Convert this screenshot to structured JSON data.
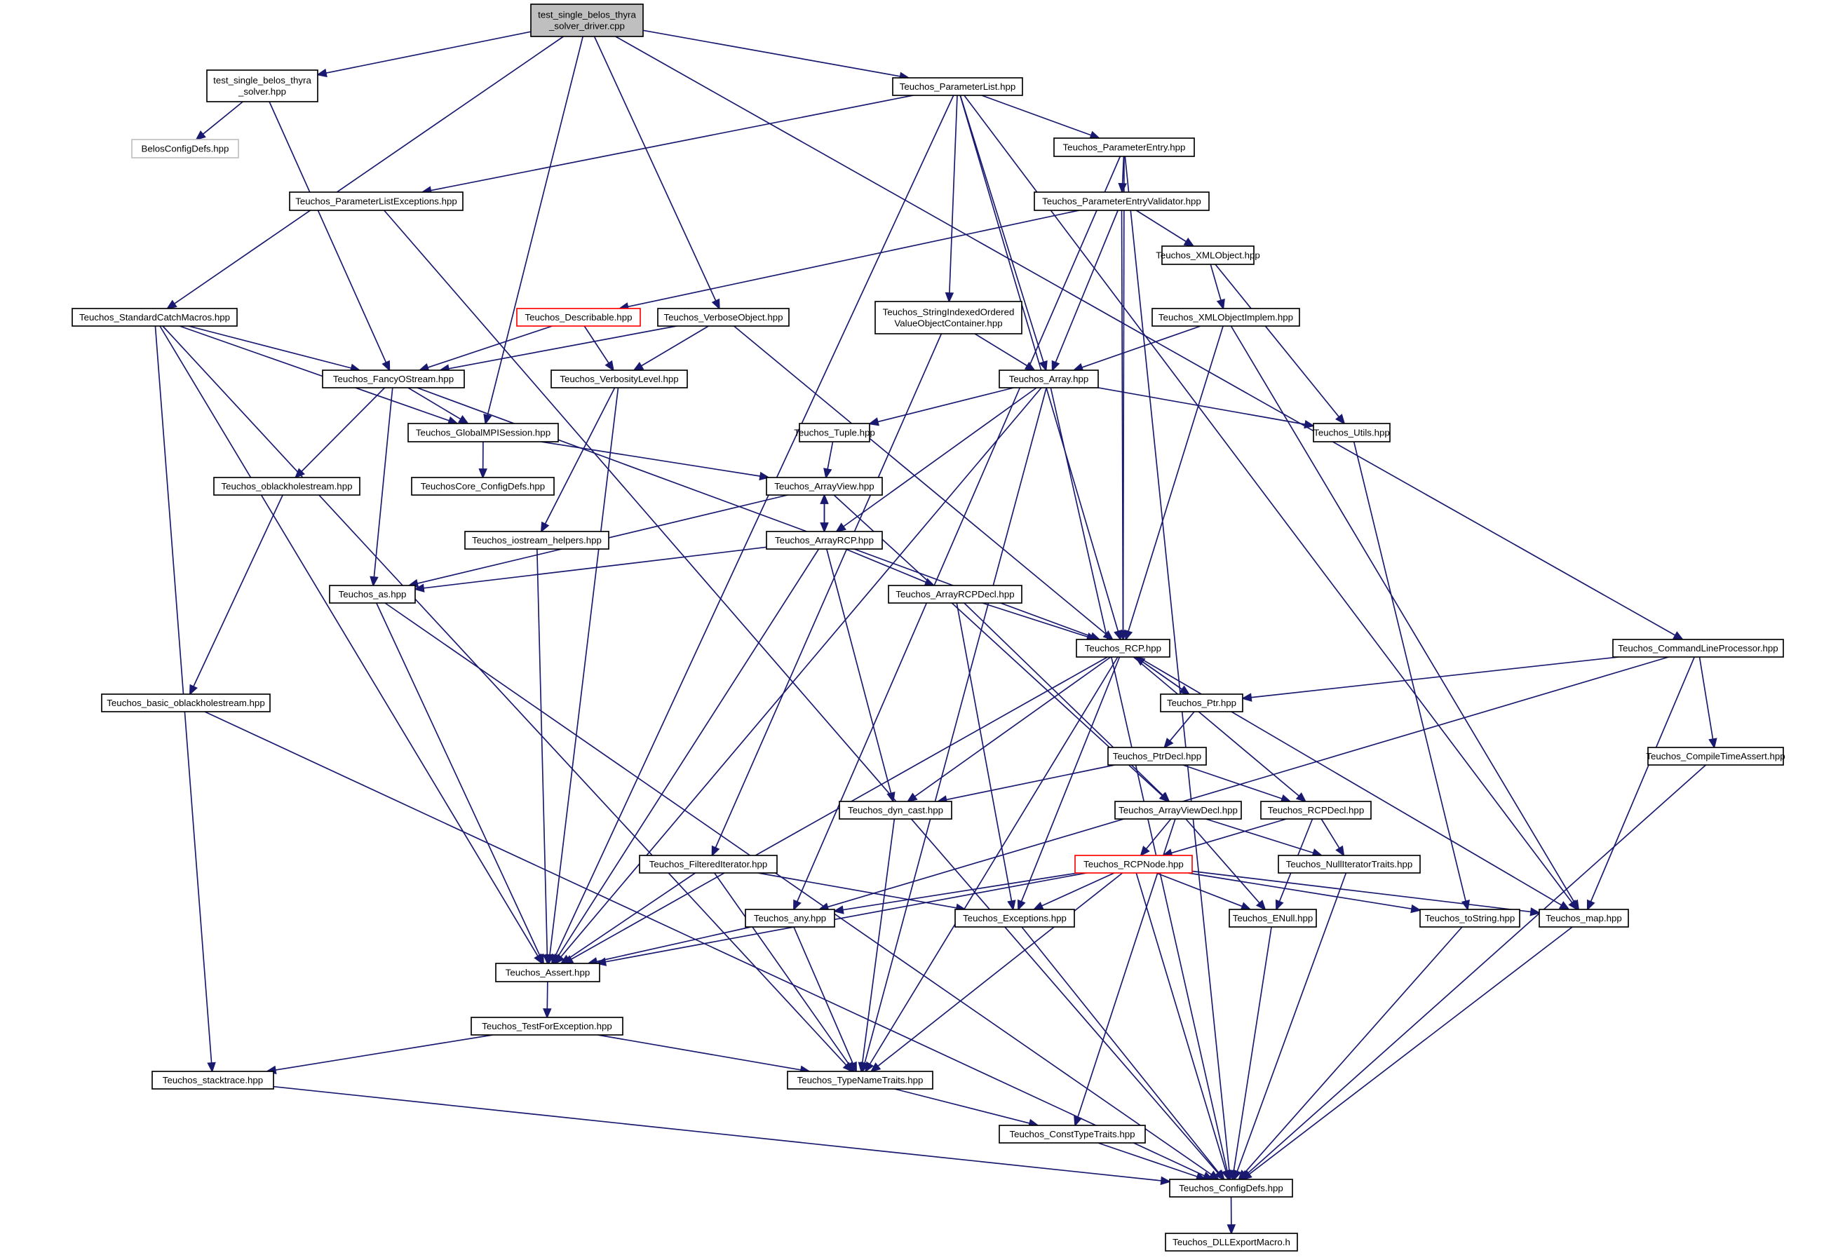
{
  "graph": {
    "edge_color": "#191970",
    "node_border_color": "#000000",
    "root_fill_color": "#bfbfbf",
    "highlight_border_color": "#ff0000",
    "external_border_color": "#bfbfbf",
    "nodes": [
      {
        "id": "driver",
        "lines": [
          "test_single_belos_thyra",
          "_solver_driver.cpp"
        ],
        "style": "root"
      },
      {
        "id": "solver",
        "lines": [
          "test_single_belos_thyra",
          "_solver.hpp"
        ]
      },
      {
        "id": "belosconfig",
        "lines": [
          "BelosConfigDefs.hpp"
        ],
        "style": "gray"
      },
      {
        "id": "paramlist",
        "lines": [
          "Teuchos_ParameterList.hpp"
        ]
      },
      {
        "id": "paramentry",
        "lines": [
          "Teuchos_ParameterEntry.hpp"
        ]
      },
      {
        "id": "plexceptions",
        "lines": [
          "Teuchos_ParameterListExceptions.hpp"
        ]
      },
      {
        "id": "pev",
        "lines": [
          "Teuchos_ParameterEntryValidator.hpp"
        ]
      },
      {
        "id": "xmlobject",
        "lines": [
          "Teuchos_XMLObject.hpp"
        ]
      },
      {
        "id": "stdcatch",
        "lines": [
          "Teuchos_StandardCatchMacros.hpp"
        ]
      },
      {
        "id": "describable",
        "lines": [
          "Teuchos_Describable.hpp"
        ],
        "style": "red"
      },
      {
        "id": "verboseobj",
        "lines": [
          "Teuchos_VerboseObject.hpp"
        ]
      },
      {
        "id": "sio",
        "lines": [
          "Teuchos_StringIndexedOrdered",
          "ValueObjectContainer.hpp"
        ]
      },
      {
        "id": "xmlimpl",
        "lines": [
          "Teuchos_XMLObjectImplem.hpp"
        ]
      },
      {
        "id": "fancy",
        "lines": [
          "Teuchos_FancyOStream.hpp"
        ]
      },
      {
        "id": "verbosity",
        "lines": [
          "Teuchos_VerbosityLevel.hpp"
        ]
      },
      {
        "id": "array",
        "lines": [
          "Teuchos_Array.hpp"
        ]
      },
      {
        "id": "mpisession",
        "lines": [
          "Teuchos_GlobalMPISession.hpp"
        ]
      },
      {
        "id": "tuple",
        "lines": [
          "Teuchos_Tuple.hpp"
        ]
      },
      {
        "id": "utils",
        "lines": [
          "Teuchos_Utils.hpp"
        ]
      },
      {
        "id": "oblack",
        "lines": [
          "Teuchos_oblackholestream.hpp"
        ]
      },
      {
        "id": "coreconfig",
        "lines": [
          "TeuchosCore_ConfigDefs.hpp"
        ]
      },
      {
        "id": "arrayview",
        "lines": [
          "Teuchos_ArrayView.hpp"
        ]
      },
      {
        "id": "iostream",
        "lines": [
          "Teuchos_iostream_helpers.hpp"
        ]
      },
      {
        "id": "arrayrcp",
        "lines": [
          "Teuchos_ArrayRCP.hpp"
        ]
      },
      {
        "id": "as",
        "lines": [
          "Teuchos_as.hpp"
        ]
      },
      {
        "id": "arrayrcpdecl",
        "lines": [
          "Teuchos_ArrayRCPDecl.hpp"
        ]
      },
      {
        "id": "rcp",
        "lines": [
          "Teuchos_RCP.hpp"
        ]
      },
      {
        "id": "clp",
        "lines": [
          "Teuchos_CommandLineProcessor.hpp"
        ]
      },
      {
        "id": "basicoblack",
        "lines": [
          "Teuchos_basic_oblackholestream.hpp"
        ]
      },
      {
        "id": "ptr",
        "lines": [
          "Teuchos_Ptr.hpp"
        ]
      },
      {
        "id": "ptrdecl",
        "lines": [
          "Teuchos_PtrDecl.hpp"
        ]
      },
      {
        "id": "compiletime",
        "lines": [
          "Teuchos_CompileTimeAssert.hpp"
        ]
      },
      {
        "id": "dyncast",
        "lines": [
          "Teuchos_dyn_cast.hpp"
        ]
      },
      {
        "id": "arrayviewdecl",
        "lines": [
          "Teuchos_ArrayViewDecl.hpp"
        ]
      },
      {
        "id": "rcpdecl",
        "lines": [
          "Teuchos_RCPDecl.hpp"
        ]
      },
      {
        "id": "filtered",
        "lines": [
          "Teuchos_FilteredIterator.hpp"
        ]
      },
      {
        "id": "rcpnode",
        "lines": [
          "Teuchos_RCPNode.hpp"
        ],
        "style": "red"
      },
      {
        "id": "nulliter",
        "lines": [
          "Teuchos_NullIteratorTraits.hpp"
        ]
      },
      {
        "id": "any",
        "lines": [
          "Teuchos_any.hpp"
        ]
      },
      {
        "id": "exceptions",
        "lines": [
          "Teuchos_Exceptions.hpp"
        ]
      },
      {
        "id": "enull",
        "lines": [
          "Teuchos_ENull.hpp"
        ]
      },
      {
        "id": "tostring",
        "lines": [
          "Teuchos_toString.hpp"
        ]
      },
      {
        "id": "map",
        "lines": [
          "Teuchos_map.hpp"
        ]
      },
      {
        "id": "assert",
        "lines": [
          "Teuchos_Assert.hpp"
        ]
      },
      {
        "id": "testforexc",
        "lines": [
          "Teuchos_TestForException.hpp"
        ]
      },
      {
        "id": "stacktrace",
        "lines": [
          "Teuchos_stacktrace.hpp"
        ]
      },
      {
        "id": "typename",
        "lines": [
          "Teuchos_TypeNameTraits.hpp"
        ]
      },
      {
        "id": "consttype",
        "lines": [
          "Teuchos_ConstTypeTraits.hpp"
        ]
      },
      {
        "id": "configdefs",
        "lines": [
          "Teuchos_ConfigDefs.hpp"
        ]
      },
      {
        "id": "dllexport",
        "lines": [
          "Teuchos_DLLExportMacro.h"
        ]
      }
    ],
    "edges": [
      [
        "driver",
        "solver"
      ],
      [
        "driver",
        "paramlist"
      ],
      [
        "driver",
        "stdcatch"
      ],
      [
        "driver",
        "verboseobj"
      ],
      [
        "driver",
        "mpisession"
      ],
      [
        "driver",
        "clp"
      ],
      [
        "solver",
        "belosconfig"
      ],
      [
        "solver",
        "fancy"
      ],
      [
        "paramlist",
        "paramentry"
      ],
      [
        "paramlist",
        "plexceptions"
      ],
      [
        "paramlist",
        "sio"
      ],
      [
        "paramlist",
        "array"
      ],
      [
        "paramlist",
        "assert"
      ],
      [
        "paramlist",
        "rcp"
      ],
      [
        "paramlist",
        "map"
      ],
      [
        "paramentry",
        "pev"
      ],
      [
        "paramentry",
        "any"
      ],
      [
        "paramentry",
        "rcp"
      ],
      [
        "paramentry",
        "configdefs"
      ],
      [
        "plexceptions",
        "configdefs"
      ],
      [
        "pev",
        "describable"
      ],
      [
        "pev",
        "xmlobject"
      ],
      [
        "pev",
        "array"
      ],
      [
        "pev",
        "rcp"
      ],
      [
        "xmlobject",
        "xmlimpl"
      ],
      [
        "xmlobject",
        "utils"
      ],
      [
        "stdcatch",
        "fancy"
      ],
      [
        "stdcatch",
        "mpisession"
      ],
      [
        "stdcatch",
        "stacktrace"
      ],
      [
        "stdcatch",
        "assert"
      ],
      [
        "stdcatch",
        "typename"
      ],
      [
        "describable",
        "fancy"
      ],
      [
        "describable",
        "verbosity"
      ],
      [
        "verboseobj",
        "fancy"
      ],
      [
        "verboseobj",
        "verbosity"
      ],
      [
        "verboseobj",
        "rcp"
      ],
      [
        "sio",
        "array"
      ],
      [
        "sio",
        "filtered"
      ],
      [
        "xmlimpl",
        "array"
      ],
      [
        "xmlimpl",
        "rcp"
      ],
      [
        "xmlimpl",
        "map"
      ],
      [
        "fancy",
        "mpisession"
      ],
      [
        "fancy",
        "oblack"
      ],
      [
        "fancy",
        "as"
      ],
      [
        "fancy",
        "rcp"
      ],
      [
        "verbosity",
        "iostream"
      ],
      [
        "verbosity",
        "assert"
      ],
      [
        "array",
        "tuple"
      ],
      [
        "array",
        "utils"
      ],
      [
        "array",
        "arrayrcp"
      ],
      [
        "array",
        "assert"
      ],
      [
        "array",
        "typename"
      ],
      [
        "array",
        "configdefs"
      ],
      [
        "mpisession",
        "coreconfig"
      ],
      [
        "mpisession",
        "arrayview"
      ],
      [
        "tuple",
        "arrayview"
      ],
      [
        "utils",
        "tostring"
      ],
      [
        "oblack",
        "basicoblack"
      ],
      [
        "arrayview",
        "arrayrcp"
      ],
      [
        "arrayview",
        "as"
      ],
      [
        "arrayview",
        "arrayviewdecl"
      ],
      [
        "iostream",
        "assert"
      ],
      [
        "arrayrcp",
        "arrayview"
      ],
      [
        "arrayrcp",
        "as"
      ],
      [
        "arrayrcp",
        "arrayrcpdecl"
      ],
      [
        "arrayrcp",
        "assert"
      ],
      [
        "arrayrcp",
        "dyncast"
      ],
      [
        "as",
        "assert"
      ],
      [
        "as",
        "configdefs"
      ],
      [
        "arrayrcpdecl",
        "rcp"
      ],
      [
        "arrayrcpdecl",
        "arrayviewdecl"
      ],
      [
        "arrayrcpdecl",
        "exceptions"
      ],
      [
        "rcp",
        "ptr"
      ],
      [
        "rcp",
        "rcpdecl"
      ],
      [
        "rcp",
        "dyncast"
      ],
      [
        "rcp",
        "assert"
      ],
      [
        "rcp",
        "exceptions"
      ],
      [
        "rcp",
        "typename"
      ],
      [
        "rcp",
        "map"
      ],
      [
        "clp",
        "ptr"
      ],
      [
        "clp",
        "compiletime"
      ],
      [
        "clp",
        "any"
      ],
      [
        "clp",
        "map"
      ],
      [
        "basicoblack",
        "configdefs"
      ],
      [
        "ptr",
        "rcp"
      ],
      [
        "ptr",
        "ptrdecl"
      ],
      [
        "ptrdecl",
        "rcpdecl"
      ],
      [
        "ptrdecl",
        "dyncast"
      ],
      [
        "compiletime",
        "configdefs"
      ],
      [
        "dyncast",
        "typename"
      ],
      [
        "arrayviewdecl",
        "rcpnode"
      ],
      [
        "arrayviewdecl",
        "nulliter"
      ],
      [
        "arrayviewdecl",
        "enull"
      ],
      [
        "arrayviewdecl",
        "consttype"
      ],
      [
        "rcpdecl",
        "rcpnode"
      ],
      [
        "rcpdecl",
        "nulliter"
      ],
      [
        "rcpdecl",
        "enull"
      ],
      [
        "filtered",
        "exceptions"
      ],
      [
        "filtered",
        "assert"
      ],
      [
        "filtered",
        "typename"
      ],
      [
        "rcpnode",
        "any"
      ],
      [
        "rcpnode",
        "exceptions"
      ],
      [
        "rcpnode",
        "enull"
      ],
      [
        "rcpnode",
        "tostring"
      ],
      [
        "rcpnode",
        "map"
      ],
      [
        "rcpnode",
        "assert"
      ],
      [
        "rcpnode",
        "typename"
      ],
      [
        "rcpnode",
        "configdefs"
      ],
      [
        "nulliter",
        "configdefs"
      ],
      [
        "any",
        "assert"
      ],
      [
        "any",
        "typename"
      ],
      [
        "exceptions",
        "configdefs"
      ],
      [
        "enull",
        "configdefs"
      ],
      [
        "tostring",
        "configdefs"
      ],
      [
        "map",
        "configdefs"
      ],
      [
        "assert",
        "testforexc"
      ],
      [
        "testforexc",
        "stacktrace"
      ],
      [
        "testforexc",
        "typename"
      ],
      [
        "stacktrace",
        "configdefs"
      ],
      [
        "typename",
        "consttype"
      ],
      [
        "consttype",
        "configdefs"
      ],
      [
        "configdefs",
        "dllexport"
      ]
    ]
  }
}
